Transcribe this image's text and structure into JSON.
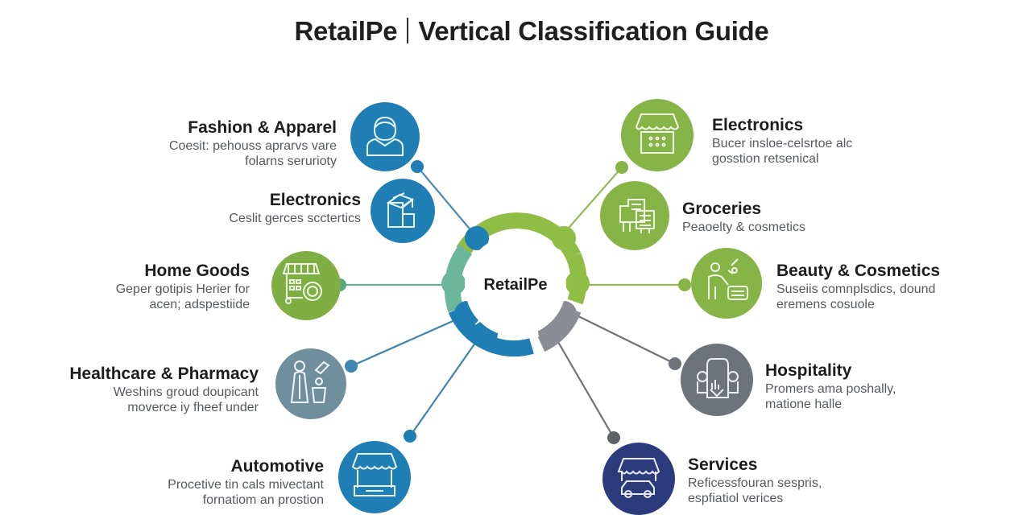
{
  "header": {
    "brand": "RetailPe",
    "title": "Vertical Classification Guide"
  },
  "hub": {
    "label": "RetailPe"
  },
  "colors": {
    "blue": "#1f7fb4",
    "green": "#86b446",
    "teal": "#6cb79b",
    "slate": "#708f9c",
    "gray": "#6e7379",
    "navy": "#2c3b7b"
  },
  "verticals": [
    {
      "name": "Fashion & Apparel",
      "desc1": "Coesit: pehouss aprarvs vare",
      "desc2": "folarns serurioty",
      "icon": "person-icon",
      "color": "blue"
    },
    {
      "name": "Electronics",
      "desc1": "Ceslit gerces scctertics",
      "desc2": "",
      "icon": "box-icon",
      "color": "blue"
    },
    {
      "name": "Home Goods",
      "desc1": "Geper gotipis Herier for",
      "desc2": "acen; adspestiide",
      "icon": "storefront-cart-icon",
      "color": "green"
    },
    {
      "name": "Healthcare & Pharmacy",
      "desc1": "Weshins groud doupicant",
      "desc2": "moverce iy fheef under",
      "icon": "pharmacist-icon",
      "color": "slate"
    },
    {
      "name": "Automotive",
      "desc1": "Procetive tin cals mivectant",
      "desc2": "fornatiom an prostion",
      "icon": "storefront-icon",
      "color": "blue"
    },
    {
      "name": "Electronics",
      "desc1": "Bucer insloe-celsrtoe alc",
      "desc2": "gosstion retsenical",
      "icon": "storefront-screen-icon",
      "color": "green"
    },
    {
      "name": "Groceries",
      "desc1": "Peaoelty & cosmetics",
      "desc2": "",
      "icon": "receipt-cart-icon",
      "color": "green"
    },
    {
      "name": "Beauty & Cosmetics",
      "desc1": "Suseiis comnplsdics, dound",
      "desc2": "eremens cosuole",
      "icon": "beautician-icon",
      "color": "green"
    },
    {
      "name": "Hospitality",
      "desc1": "Promers ama poshally,",
      "desc2": "matione halle",
      "icon": "hotel-desk-icon",
      "color": "gray"
    },
    {
      "name": "Services",
      "desc1": "Reficessfouran sespris,",
      "desc2": "espfiatiol verices",
      "icon": "car-service-icon",
      "color": "navy"
    }
  ]
}
